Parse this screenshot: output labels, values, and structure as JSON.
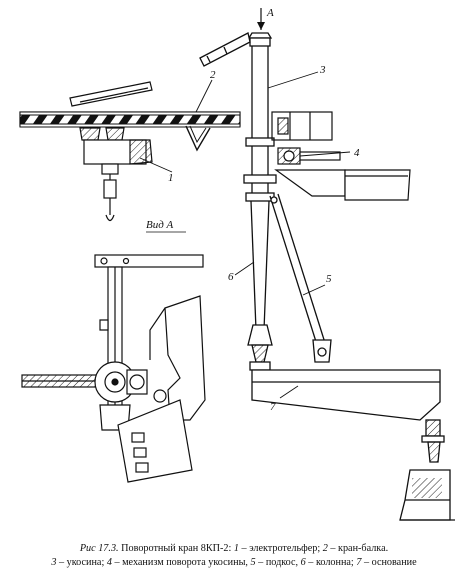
{
  "labels": {
    "arrow_a": "A",
    "view_a": "Вид А",
    "l1": "1",
    "l2": "2",
    "l3": "3",
    "l4": "4",
    "l5": "5",
    "l6": "6",
    "l7": "7"
  },
  "caption": {
    "fig_no": "Рис 17.3.",
    "title": "Поворотный кран 8КП-2:",
    "items": [
      {
        "n": "1",
        "t": "– электротельфер;"
      },
      {
        "n": "2",
        "t": "– кран-балка."
      },
      {
        "n": "3",
        "t": "– укосина;"
      },
      {
        "n": "4",
        "t": "– механизм поворота укосины,"
      },
      {
        "n": "5",
        "t": "– подкос,"
      },
      {
        "n": "6",
        "t": "– колонна;"
      },
      {
        "n": "7",
        "t": "– основание"
      }
    ]
  }
}
